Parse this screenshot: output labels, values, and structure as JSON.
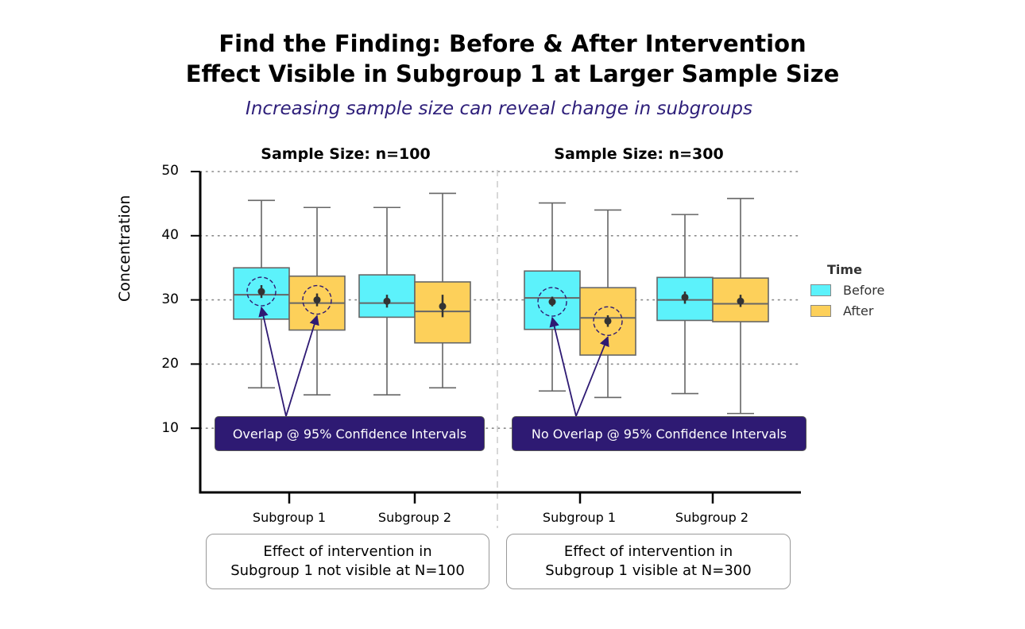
{
  "title_line1": "Find the Finding: Before & After Intervention",
  "title_line2": "Effect Visible in Subgroup 1 at Larger Sample Size",
  "subtitle": "Increasing sample size can reveal change in subgroups",
  "ylabel": "Concentration",
  "colors": {
    "before": "#5cf2fb",
    "after": "#fdd05a",
    "annotation": "#2e1a73"
  },
  "legend": {
    "title": "Time",
    "before": "Before",
    "after": "After"
  },
  "callouts": [
    "Overlap @ 95% Confidence Intervals",
    "No Overlap @ 95% Confidence Intervals"
  ],
  "notes": [
    {
      "line1": "Effect of intervention in",
      "line2": "Subgroup 1 not visible at N=100"
    },
    {
      "line1": "Effect of intervention in",
      "line2": "Subgroup 1 visible at N=300"
    }
  ],
  "chart_data": {
    "type": "box",
    "ylim": [
      0,
      50
    ],
    "yticks": [
      10,
      20,
      30,
      40,
      50
    ],
    "grid": "horizontal dotted",
    "legend_position": "right",
    "panels": [
      {
        "title": "Sample Size: n=100",
        "categories": [
          "Subgroup 1",
          "Subgroup 2"
        ],
        "series": [
          {
            "name": "Before",
            "boxes": [
              {
                "min": 16.3,
                "q1": 27.0,
                "median": 30.8,
                "q3": 35.0,
                "max": 45.5,
                "mean": 31.3,
                "ci": [
                  30.3,
                  32.3
                ],
                "ci_circle": true
              },
              {
                "min": 15.2,
                "q1": 27.3,
                "median": 29.5,
                "q3": 33.9,
                "max": 44.4,
                "mean": 29.8,
                "ci": [
                  28.8,
                  30.8
                ]
              }
            ]
          },
          {
            "name": "After",
            "boxes": [
              {
                "min": 15.2,
                "q1": 25.3,
                "median": 29.5,
                "q3": 33.7,
                "max": 44.4,
                "mean": 30.0,
                "ci": [
                  29.0,
                  31.0
                ],
                "ci_circle": true
              },
              {
                "min": 16.3,
                "q1": 23.3,
                "median": 28.2,
                "q3": 32.8,
                "max": 46.6,
                "mean": 29.0,
                "ci": [
                  27.3,
                  30.8
                ]
              }
            ]
          }
        ]
      },
      {
        "title": "Sample Size: n=300",
        "categories": [
          "Subgroup 1",
          "Subgroup 2"
        ],
        "series": [
          {
            "name": "Before",
            "boxes": [
              {
                "min": 15.8,
                "q1": 25.4,
                "median": 30.3,
                "q3": 34.5,
                "max": 45.1,
                "mean": 29.7,
                "ci": [
                  29.0,
                  30.5
                ],
                "ci_circle": true
              },
              {
                "min": 15.4,
                "q1": 26.8,
                "median": 30.0,
                "q3": 33.5,
                "max": 43.3,
                "mean": 30.4,
                "ci": [
                  29.4,
                  31.3
                ]
              }
            ]
          },
          {
            "name": "After",
            "boxes": [
              {
                "min": 14.8,
                "q1": 21.4,
                "median": 27.2,
                "q3": 31.9,
                "max": 44.0,
                "mean": 26.7,
                "ci": [
                  25.8,
                  27.6
                ],
                "ci_circle": true
              },
              {
                "min": 12.3,
                "q1": 26.6,
                "median": 29.4,
                "q3": 33.4,
                "max": 45.8,
                "mean": 29.8,
                "ci": [
                  28.9,
                  30.8
                ]
              }
            ]
          }
        ]
      }
    ]
  }
}
